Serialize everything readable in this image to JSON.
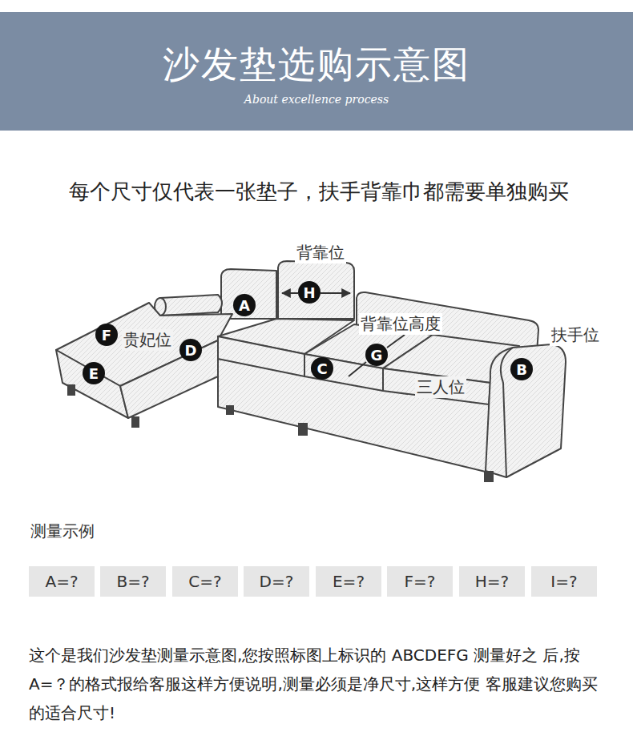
{
  "diagram": {
    "title": "沙发垫选购示意图",
    "nodes": [
      {
        "text": [
          "H"
        ]
      },
      {
        "text": [
          "A"
        ]
      },
      {
        "text": [
          "F"
        ]
      },
      {
        "text": [
          "D"
        ]
      },
      {
        "text": [
          "G"
        ]
      },
      {
        "text": [
          "C"
        ]
      },
      {
        "text": [
          "B"
        ]
      },
      {
        "text": [
          "E"
        ]
      },
      {
        "text": [
          "A=?"
        ]
      },
      {
        "text": [
          "B=?"
        ]
      },
      {
        "text": [
          "C=?"
        ]
      },
      {
        "text": [
          "D=?"
        ]
      },
      {
        "text": [
          "E=?"
        ]
      },
      {
        "text": [
          "F=?"
        ]
      },
      {
        "text": [
          "H=?"
        ]
      },
      {
        "text": [
          "I=?"
        ]
      }
    ],
    "labels": [
      "About excellence process",
      "每个尺寸仅代表一张垫子，扶手背靠巾都需要单独购买",
      "背靠位",
      "背靠位高度",
      "扶手位",
      "贵妃位",
      "三人位",
      "测量示例",
      "这个是我们沙发垫测量示意图,您按照标图上标识的 ABCDEFG 测量好之 后,按 A=？的格式报给客服这样方便说明,测量必须是净尺寸,这样方便 客服建议您购买的适合尺寸!"
    ]
  }
}
